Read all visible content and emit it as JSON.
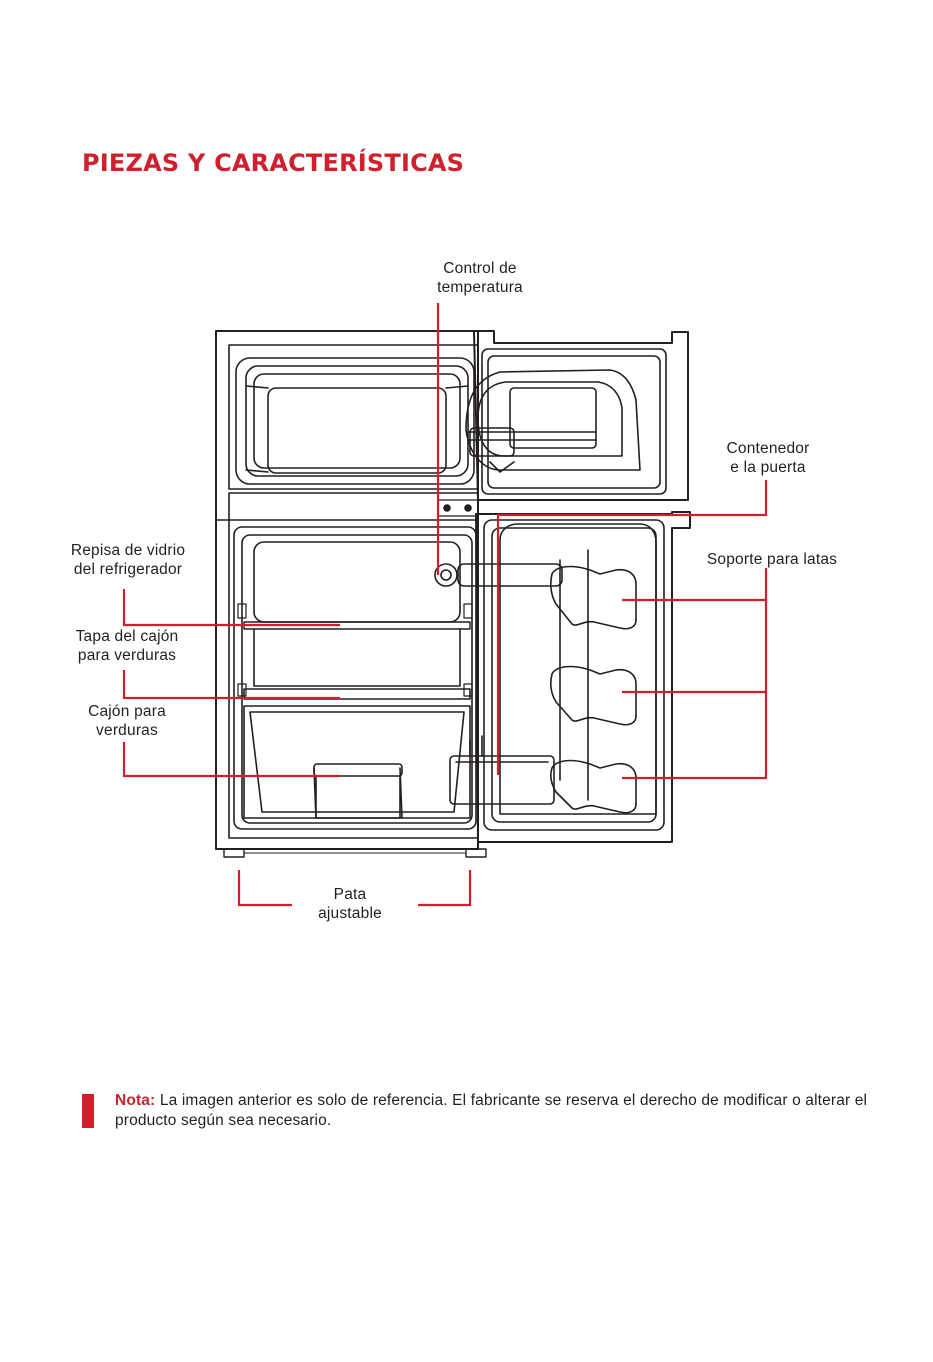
{
  "colors": {
    "accent": "#d0202e",
    "line": "#d0202e",
    "text": "#231f20"
  },
  "title": "PIEZAS Y CARACTERÍSTICAS",
  "labels": {
    "temp_control": [
      "Control de",
      "temperatura"
    ],
    "door_bin": [
      "Contenedor",
      "e la puerta"
    ],
    "glass_shelf": [
      "Repisa de vidrio",
      "del refrigerador"
    ],
    "can_holder": "Soporte para latas",
    "crisper_cover": [
      "Tapa del cajón",
      "para verduras"
    ],
    "crisper": [
      "Cajón para",
      "verduras"
    ],
    "leg": [
      "Pata",
      "ajustable"
    ]
  },
  "note": {
    "label": "Nota:",
    "text": "La imagen anterior es solo de referencia. El fabricante se reserva el derecho de modificar o alterar el producto según sea necesario."
  }
}
